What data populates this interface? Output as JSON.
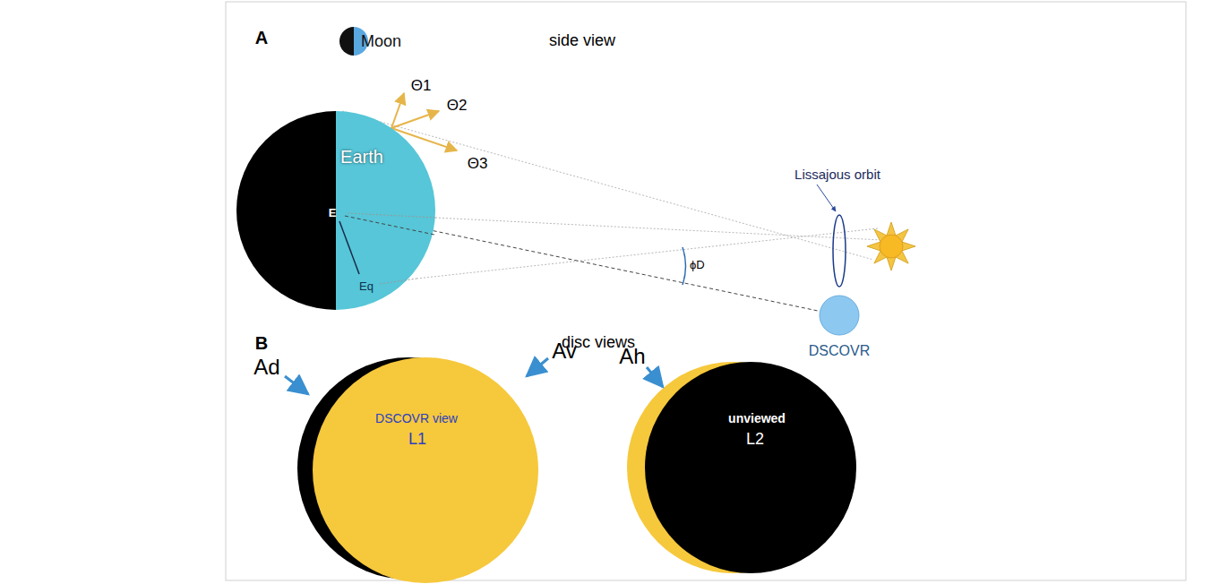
{
  "diagram": {
    "nodes": [
      {
        "text": [
          "Moon"
        ]
      },
      {
        "text": [
          "Earth",
          "E",
          "Eq"
        ]
      },
      {
        "text": [
          "DSCOVR"
        ]
      },
      {
        "text": [
          "DSCOVR view",
          "L1"
        ]
      },
      {
        "text": [
          "unviewed",
          "L2"
        ]
      }
    ],
    "edges": [
      {
        "from": 1,
        "to": 2,
        "arrow": "none"
      }
    ],
    "labels": [
      "A",
      "side view",
      "Θ1",
      "Θ2",
      "Θ3",
      "ϕD",
      "Lissajous orbit",
      "B",
      "disc views",
      "Ad",
      "Av",
      "Ah"
    ]
  }
}
